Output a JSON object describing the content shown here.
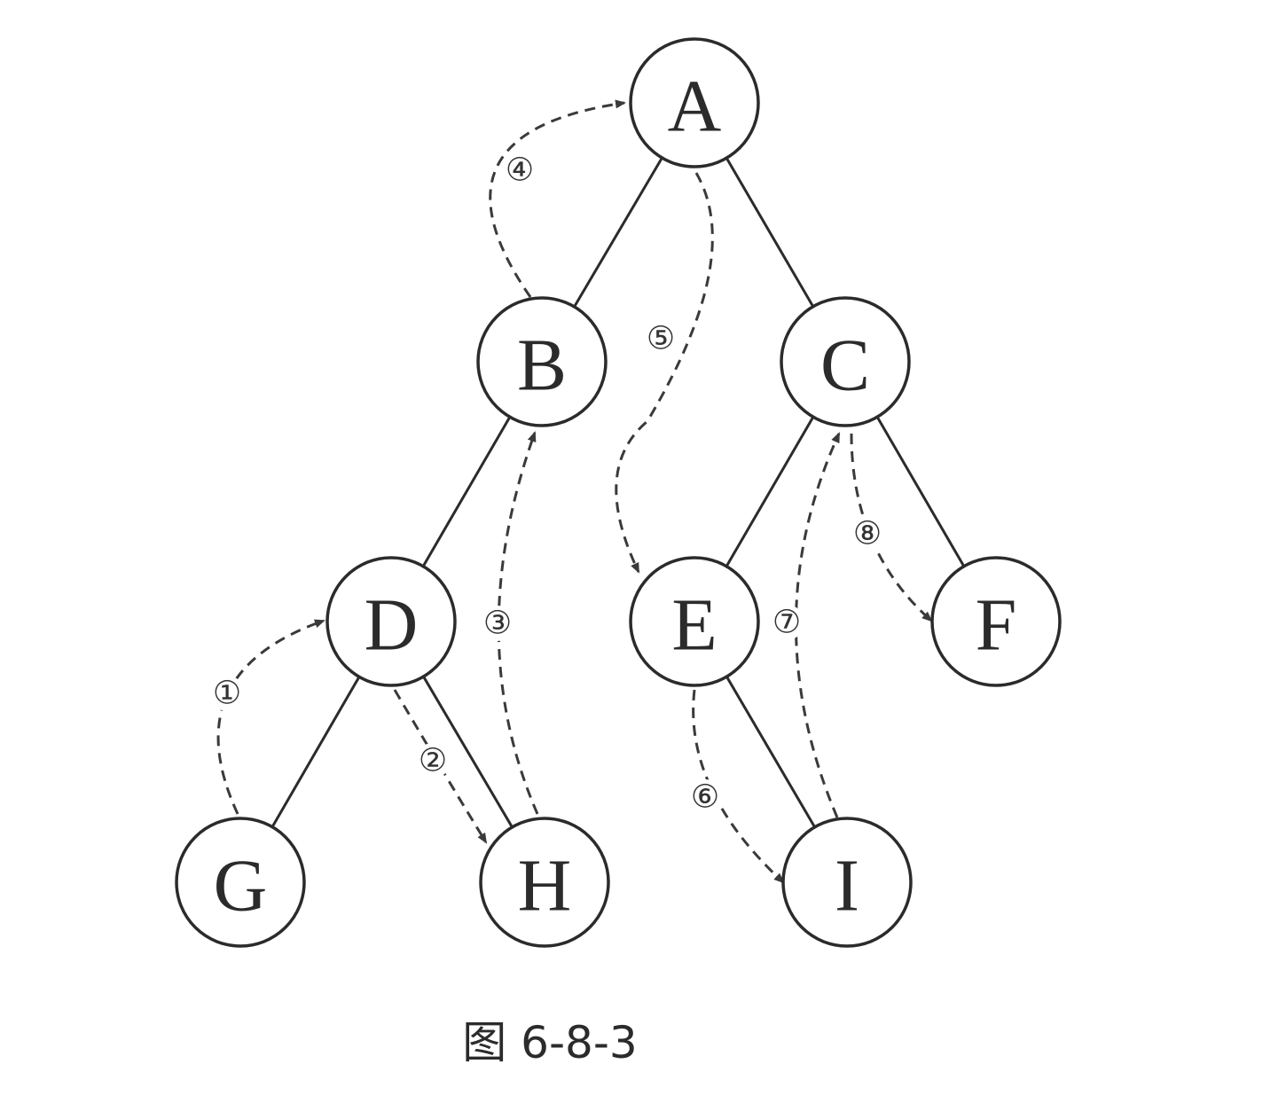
{
  "nodes": [
    {
      "id": "A",
      "label": "A"
    },
    {
      "id": "B",
      "label": "B"
    },
    {
      "id": "C",
      "label": "C"
    },
    {
      "id": "D",
      "label": "D"
    },
    {
      "id": "E",
      "label": "E"
    },
    {
      "id": "F",
      "label": "F"
    },
    {
      "id": "G",
      "label": "G"
    },
    {
      "id": "H",
      "label": "H"
    },
    {
      "id": "I",
      "label": "I"
    }
  ],
  "edges": [
    {
      "from": "A",
      "to": "B"
    },
    {
      "from": "A",
      "to": "C"
    },
    {
      "from": "B",
      "to": "D"
    },
    {
      "from": "C",
      "to": "E"
    },
    {
      "from": "C",
      "to": "F"
    },
    {
      "from": "D",
      "to": "G"
    },
    {
      "from": "D",
      "to": "H"
    },
    {
      "from": "E",
      "to": "I"
    }
  ],
  "threads": [
    {
      "from": "G",
      "to": "D",
      "label": "①"
    },
    {
      "from": "D",
      "to": "H",
      "label": "②"
    },
    {
      "from": "H",
      "to": "B",
      "label": "③"
    },
    {
      "from": "B",
      "to": "A",
      "label": "④"
    },
    {
      "from": "A",
      "to": "E",
      "label": "⑤"
    },
    {
      "from": "E",
      "to": "I",
      "label": "⑥"
    },
    {
      "from": "I",
      "to": "C",
      "label": "⑦"
    },
    {
      "from": "C",
      "to": "F",
      "label": "⑧"
    }
  ],
  "caption": "图 6-8-3"
}
